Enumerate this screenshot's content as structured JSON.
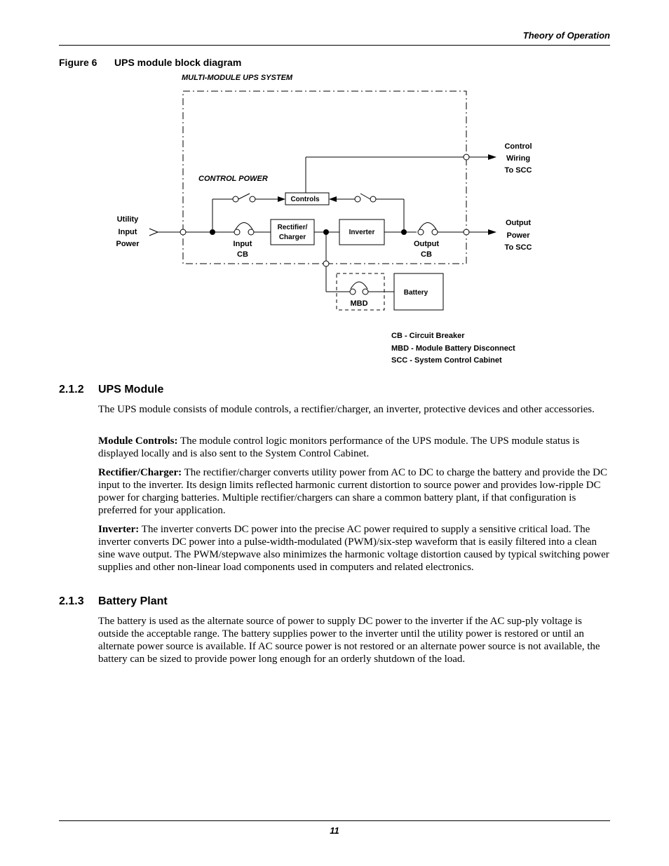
{
  "header": {
    "title": "Theory of Operation"
  },
  "figure": {
    "number": "Figure 6",
    "caption": "UPS module block diagram",
    "diagram": {
      "system_label": "MULTI-MODULE UPS SYSTEM",
      "control_power_label": "CONTROL POWER",
      "controls_label": "Controls",
      "rectifier_line1": "Rectifier/",
      "rectifier_line2": "Charger",
      "inverter_label": "Inverter",
      "battery_label": "Battery",
      "mbd_label": "MBD",
      "input_cb_line1": "Input",
      "input_cb_line2": "CB",
      "output_cb_line1": "Output",
      "output_cb_line2": "CB",
      "utility_line1": "Utility",
      "utility_line2": "Input",
      "utility_line3": "Power",
      "control_wiring_line1": "Control",
      "control_wiring_line2": "Wiring",
      "control_wiring_line3": "To SCC",
      "output_power_line1": "Output",
      "output_power_line2": "Power",
      "output_power_line3": "To SCC",
      "legend": [
        "CB - Circuit Breaker",
        "MBD - Module Battery Disconnect",
        "SCC - System Control Cabinet"
      ]
    }
  },
  "sections": [
    {
      "number": "2.1.2",
      "title": "UPS Module",
      "paragraphs": [
        {
          "lead": "",
          "text": "The UPS module consists of module controls, a rectifier/charger, an inverter, protective devices and other accessories."
        },
        {
          "lead": "Module Controls:",
          "text": "The module control logic monitors performance of the UPS module. The UPS module status is displayed locally and is also sent to the System Control Cabinet."
        },
        {
          "lead": "Rectifier/Charger:",
          "text": "The rectifier/charger converts utility power from AC to DC to charge the battery and provide the DC input to the inverter. Its design limits reflected harmonic current distortion to source power and provides low-ripple DC power for charging batteries. Multiple rectifier/chargers can share a common battery plant, if that configuration is preferred for your application."
        },
        {
          "lead": "Inverter:",
          "text": "The inverter converts DC power into the precise AC power required to supply a sensitive critical load. The inverter converts DC power into a pulse-width-modulated (PWM)/six-step waveform that is easily filtered into a clean sine wave output. The PWM/stepwave also minimizes the harmonic voltage distortion caused by typical switching power supplies and other non-linear load components used in computers and related electronics."
        }
      ]
    },
    {
      "number": "2.1.3",
      "title": "Battery Plant",
      "paragraphs": [
        {
          "lead": "",
          "text": "The battery is used as the alternate source of power to supply DC power to the inverter if the AC sup-ply voltage is outside the acceptable range. The battery supplies power to the inverter until the utility power is restored or until an alternate power source is available. If AC source power is not restored or an alternate power source is not available, the battery can be sized to provide power long enough for an orderly shutdown of the load."
        }
      ]
    }
  ],
  "footer": {
    "page_number": "11"
  }
}
